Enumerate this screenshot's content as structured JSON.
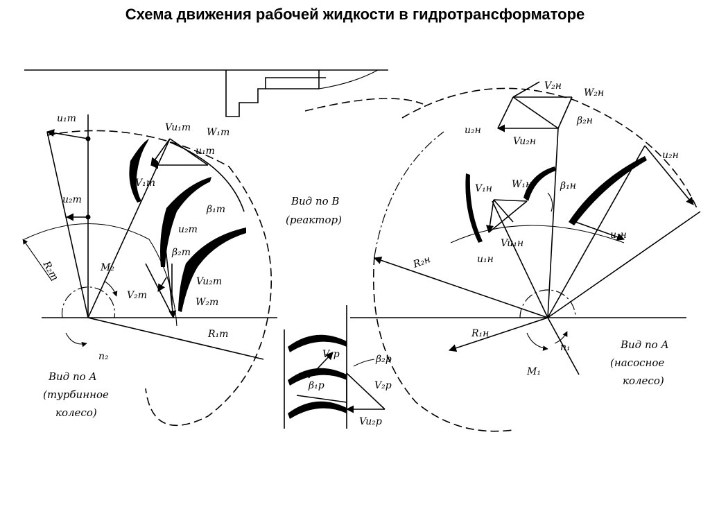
{
  "title": "Схема движения рабочей жидкости  в гидротрансформаторе",
  "turbine": {
    "caption_line1": "Вид по А",
    "caption_line2": "(турбинное",
    "caption_line3": "колесо)",
    "labels": {
      "u1T": "u₁т",
      "u2T_top": "u₂т",
      "vu1T": "Vu₁т",
      "w1T": "W₁т",
      "u1T_small": "u₁т",
      "v1T": "V₁т",
      "beta1T": "β₁т",
      "u2T": "u₂т",
      "beta2T": "β₂т",
      "R2T": "R₂т",
      "M2": "M₂",
      "v2T": "V₂т",
      "vu2T": "Vu₂т",
      "w2T": "W₂т",
      "R1T": "R₁т",
      "n2": "n₂"
    }
  },
  "reactor": {
    "caption_line1": "Вид по В",
    "caption_line2": "(реактор)",
    "labels": {
      "v1P": "V₁р",
      "beta2P": "β₂р",
      "beta1P": "β₁р",
      "v2P": "V₂р",
      "vu2P": "Vu₂р"
    }
  },
  "pump": {
    "caption_line1": "Вид по А",
    "caption_line2": "(насосное",
    "caption_line3": "колесо)",
    "labels": {
      "v2H": "V₂н",
      "w2H": "W₂н",
      "u2H_left": "u₂н",
      "beta2H": "β₂н",
      "vu2H": "Vu₂н",
      "u2H": "u₂н",
      "u1H": "u₁н",
      "w1H": "W₁н",
      "beta1H": "β₁н",
      "v1H": "V₁н",
      "vu1H": "Vu₁н",
      "u1H_bottom": "u₁н",
      "R2H": "R₂н",
      "R1H": "R₁н",
      "n1": "n₁",
      "M1": "M₁"
    }
  }
}
